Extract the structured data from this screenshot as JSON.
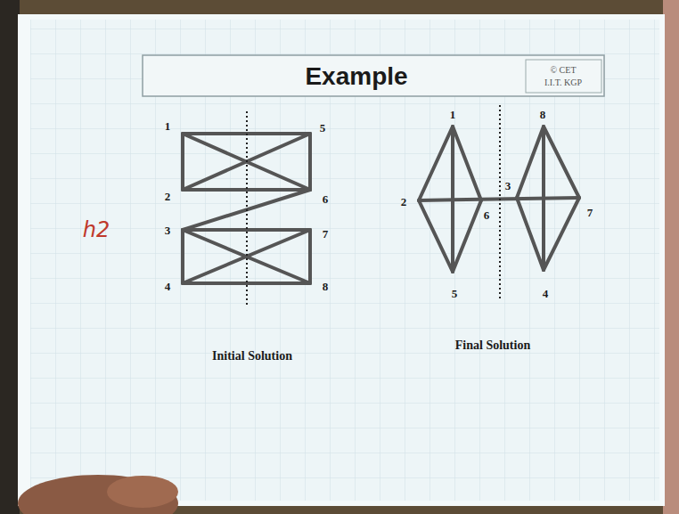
{
  "diagram": {
    "title": "Example",
    "labels": [
      "h2",
      "1",
      "5",
      "2",
      "6",
      "3",
      "7",
      "4",
      "8",
      "1",
      "8",
      "2",
      "3",
      "6",
      "7",
      "5",
      "4",
      "© CET",
      "I.I.T. KGP",
      "Initial Solution",
      "Final Solution"
    ]
  }
}
